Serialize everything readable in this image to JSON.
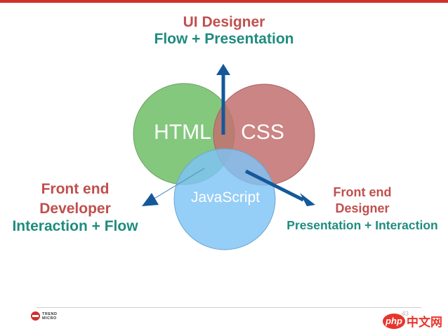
{
  "circles": {
    "html": {
      "label": "HTML",
      "color": "#77c270"
    },
    "css": {
      "label": "CSS",
      "color": "#c2706f"
    },
    "js": {
      "label": "JavaScript",
      "color": "#7ec3f5"
    }
  },
  "roles": {
    "ui_designer": {
      "title": "UI Designer",
      "focus": "Flow + Presentation"
    },
    "front_end_developer": {
      "title_line1": "Front end",
      "title_line2": "Developer",
      "focus": "Interaction + Flow"
    },
    "front_end_designer": {
      "title_line1": "Front end",
      "title_line2": "Designer",
      "focus": "Presentation + Interaction"
    }
  },
  "arrow_color": "#14589a",
  "footer": {
    "logo_line1": "TREND",
    "logo_line2": "MICRO",
    "page_number": "43"
  },
  "watermark": {
    "badge": "php",
    "text": "中文网"
  }
}
